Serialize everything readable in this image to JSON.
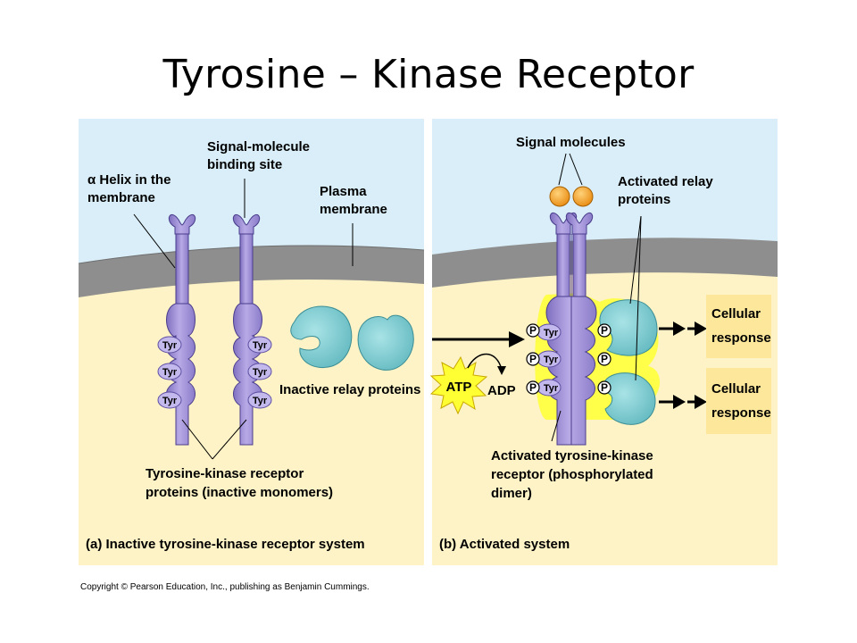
{
  "title": "Tyrosine – Kinase Receptor",
  "panel_a": {
    "helix_label_1": "α Helix in the",
    "helix_label_2": "membrane",
    "binding_label_1": "Signal-molecule",
    "binding_label_2": "binding site",
    "plasma_label_1": "Plasma",
    "plasma_label_2": "membrane",
    "tyr": "Tyr",
    "inactive_relay": "Inactive relay proteins",
    "receptor_label_1": "Tyrosine-kinase receptor",
    "receptor_label_2": "proteins (inactive monomers)",
    "caption": "(a) Inactive tyrosine-kinase receptor system"
  },
  "panel_b": {
    "signal_label": "Signal molecules",
    "activated_relay_1": "Activated relay",
    "activated_relay_2": "proteins",
    "p": "P",
    "tyr": "Tyr",
    "atp": "ATP",
    "adp": "ADP",
    "response_1_line1": "Cellular",
    "response_1_line2": "response",
    "response_2_line1": "Cellular",
    "response_2_line2": "response",
    "dimer_label_1": "Activated tyrosine-kinase",
    "dimer_label_2": "receptor (phosphorylated",
    "dimer_label_3": "dimer)",
    "caption": "(b) Activated system"
  },
  "copyright": "Copyright © Pearson Education, Inc., publishing as Benjamin Cummings.",
  "colors": {
    "extracellular": "#d9eef8",
    "cytoplasm": "#fdf3c6",
    "membrane": "#8e8e8e",
    "receptor": "#a89ad8",
    "relay": "#7cc9cf",
    "signal": "#f2a030",
    "glow": "#ffff33",
    "response_box": "#fde79a"
  }
}
